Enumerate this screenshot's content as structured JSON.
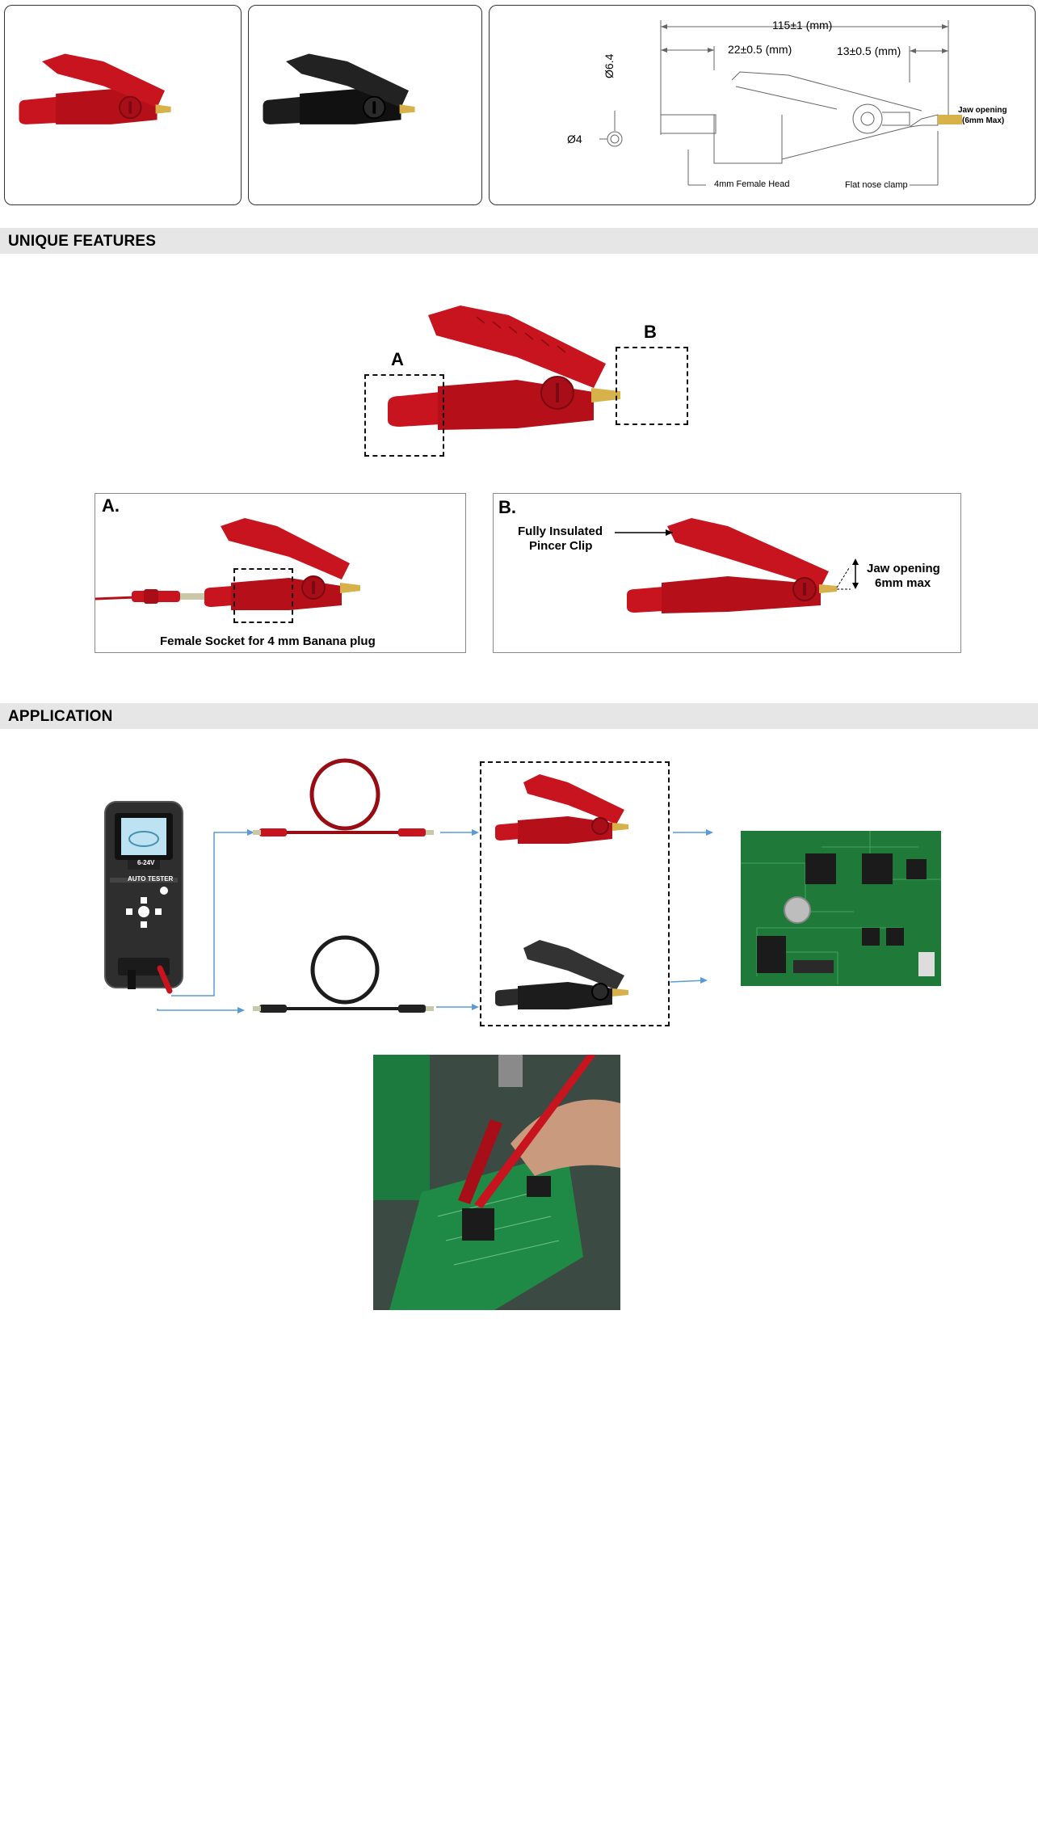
{
  "dimensions": {
    "overall": "115±1 (mm)",
    "female_section": "22±0.5 (mm)",
    "nose_section": "13±0.5 (mm)",
    "jaw_opening_line1": "Jaw opening",
    "jaw_opening_line2": "(6mm Max)",
    "diameter_tip": "Ø6.4",
    "diameter_socket": "Ø4",
    "female_head": "4mm Female Head",
    "flat_nose": "Flat nose clamp"
  },
  "features": {
    "title": "UNIQUE FEATURES",
    "marker_a": "A",
    "marker_b": "B",
    "panel_a_tag": "A.",
    "panel_a_caption": "Female Socket for 4 mm Banana plug",
    "panel_b_tag": "B.",
    "panel_b_note1": "Fully Insulated",
    "panel_b_note2": "Pincer Clip",
    "panel_b_jaw1": "Jaw opening",
    "panel_b_jaw2": "6mm max"
  },
  "application": {
    "title": "APPLICATION",
    "tester_range": "6-24V",
    "tester_name": "AUTO TESTER"
  },
  "colors": {
    "clip_red": "#c8141e",
    "clip_red_dark": "#9a0c14",
    "clip_black": "#1c1c1c",
    "arrow_blue": "#5b9bd5",
    "pcb_green": "#1f7a3a",
    "section_bar": "#e6e6e6"
  }
}
